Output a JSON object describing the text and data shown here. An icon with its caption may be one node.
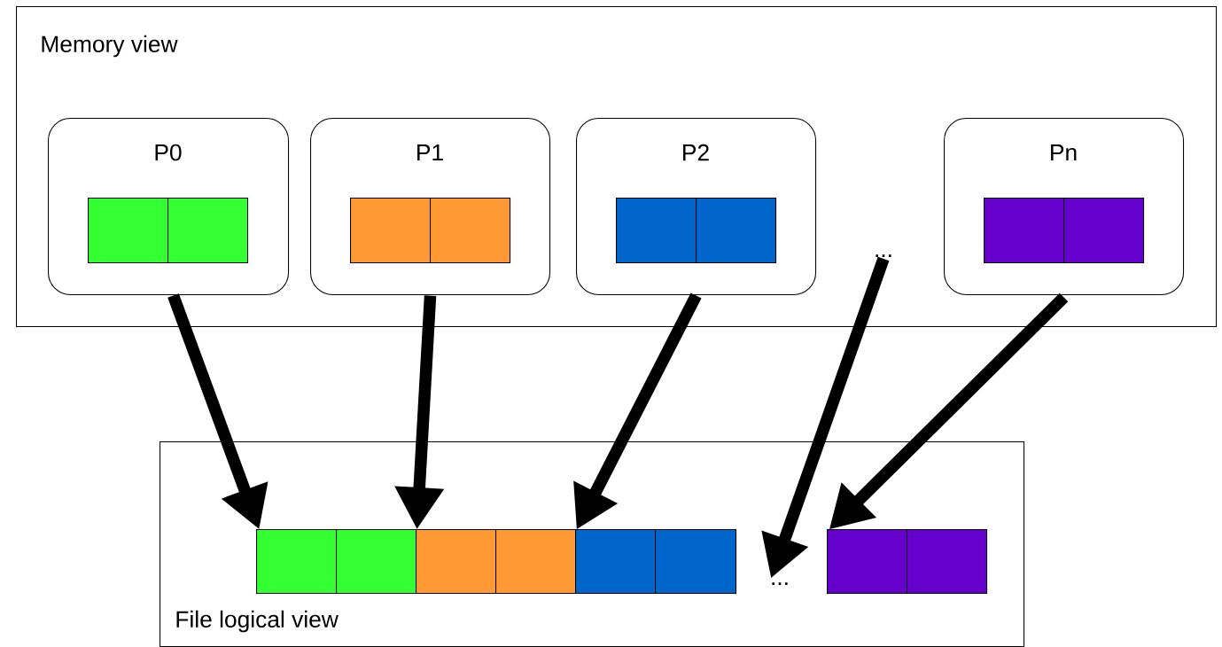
{
  "diagram": {
    "nodes": [
      {
        "text": [
          "Memory view"
        ]
      },
      {
        "text": [
          "P0"
        ],
        "in": 0
      },
      {
        "text": [],
        "shape": "box",
        "in": 1
      },
      {
        "text": [],
        "shape": "box",
        "in": 1
      },
      {
        "text": [
          "P1"
        ],
        "in": 0
      },
      {
        "text": [],
        "shape": "box",
        "in": 4
      },
      {
        "text": [],
        "shape": "box",
        "in": 4
      },
      {
        "text": [
          "P2"
        ],
        "in": 0
      },
      {
        "text": [],
        "shape": "box",
        "in": 7
      },
      {
        "text": [],
        "shape": "box",
        "in": 7
      },
      {
        "text": [
          "..."
        ],
        "in": 0
      },
      {
        "text": [
          "Pn"
        ],
        "in": 0
      },
      {
        "text": [],
        "shape": "box",
        "in": 11
      },
      {
        "text": [],
        "shape": "box",
        "in": 11
      },
      {
        "text": [
          "File logical view"
        ]
      },
      {
        "text": [],
        "shape": "box",
        "in": 14
      },
      {
        "text": [],
        "shape": "box",
        "in": 14
      },
      {
        "text": [],
        "shape": "box",
        "in": 14
      },
      {
        "text": [],
        "shape": "box",
        "in": 14
      },
      {
        "text": [],
        "shape": "box",
        "in": 14
      },
      {
        "text": [],
        "shape": "box",
        "in": 14
      },
      {
        "text": [
          "..."
        ],
        "in": 14
      },
      {
        "text": [],
        "shape": "box",
        "in": 14
      },
      {
        "text": [],
        "shape": "box",
        "in": 14
      }
    ],
    "edges": [
      {
        "from": 1,
        "to": 15,
        "arrow": "to"
      },
      {
        "from": 4,
        "to": 17,
        "arrow": "to"
      },
      {
        "from": 7,
        "to": 19,
        "arrow": "to"
      },
      {
        "from": 10,
        "to": 21,
        "arrow": "to"
      },
      {
        "from": 11,
        "to": 22,
        "arrow": "to"
      }
    ]
  }
}
